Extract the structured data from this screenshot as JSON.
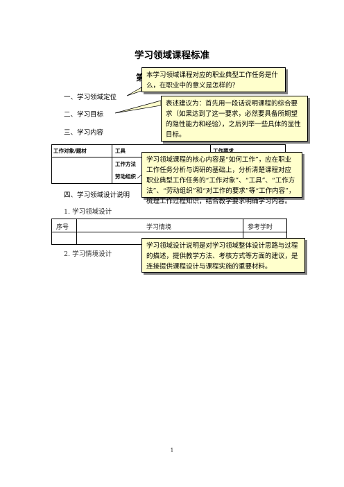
{
  "document": {
    "title": "学习领域课程标准",
    "hidden_heading_fragment": "第",
    "sections": {
      "s1": "一、学习领域定位",
      "s2": "二、学习目标",
      "s3": "三、学习内容",
      "s4": "四、学习领域设计说明"
    },
    "subsections": {
      "ss1": "1. 学习领域设计",
      "ss2": "2. 学习情境设计"
    },
    "table1": {
      "col1": "工作对象/题材",
      "col2": "工具",
      "col3": "工作要求",
      "row2": "工作方法",
      "row3": "劳动组织"
    },
    "table2": {
      "headers": [
        "序号",
        "学习情境",
        "参考学时"
      ]
    },
    "page_number": "1"
  },
  "callouts": {
    "c1": "本学习领域课程对应的职业典型工作任务是什么，在职业中的意义是怎样的？",
    "c2": "表述建议为：首先用一段话说明课程的综合要求（如果达到了这一要求，必然要具备所期望的隐性能力和经验），之后列举一些具体的显性目标。",
    "c3": "学习领域课程的核心内容是“如何工作”，应在职业工作任务分析与调研的基础上，分析清楚课程对应职业典型工作任务的“工作对象”、“工具”、“工作方法”、“劳动组织”和“对工作的要求”等“工作内容”，梳理工作过程知识，结合教学要求明确学习内容。",
    "c4": "学习领域设计说明是对学习领域整体设计思路与过程的描述，提供教学方法、考核方式等方面的建议，是连接提供课程设计与课程实施的重要材料。"
  }
}
